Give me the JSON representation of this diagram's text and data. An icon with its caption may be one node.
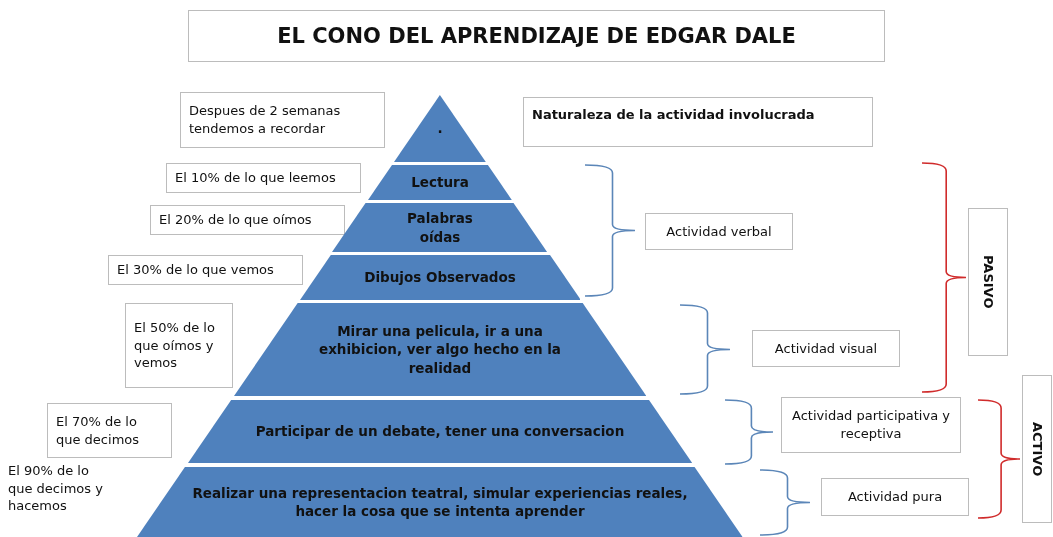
{
  "diagram": {
    "title": "EL CONO DEL APRENDIZAJE DE EDGAR DALE",
    "nodes": [
      {
        "text": [
          "Despues de 2 semanas tendemos a recordar"
        ]
      },
      {
        "text": [
          "."
        ]
      },
      {
        "text": [
          "Naturaleza de la actividad involucrada"
        ]
      },
      {
        "text": [
          "El 10% de lo que leemos"
        ]
      },
      {
        "text": [
          "Lectura"
        ]
      },
      {
        "text": [
          "El 20% de lo que oímos"
        ]
      },
      {
        "text": [
          "Palabras oídas"
        ]
      },
      {
        "text": [
          "Actividad verbal"
        ]
      },
      {
        "text": [
          "El 30% de lo que vemos"
        ]
      },
      {
        "text": [
          "Dibujos Observados"
        ]
      },
      {
        "text": [
          "PASIVO"
        ]
      },
      {
        "text": [
          "El 50% de lo que oímos y vemos"
        ]
      },
      {
        "text": [
          "Mirar una pelicula, ir a una exhibicion, ver algo hecho en la realidad"
        ]
      },
      {
        "text": [
          "Actividad visual"
        ]
      },
      {
        "text": [
          "El 70% de lo que decimos"
        ]
      },
      {
        "text": [
          "Participar de un debate, tener una conversacion"
        ]
      },
      {
        "text": [
          "Actividad participativa y receptiva"
        ]
      },
      {
        "text": [
          "ACTIVO"
        ]
      },
      {
        "text": [
          "Actividad pura"
        ]
      },
      {
        "text": [
          "Realizar una representacion teatral, simular experiencias reales, hacer la cosa que se intenta aprender"
        ]
      }
    ],
    "labels": [
      "El 90% de lo que decimos y hacemos"
    ]
  }
}
